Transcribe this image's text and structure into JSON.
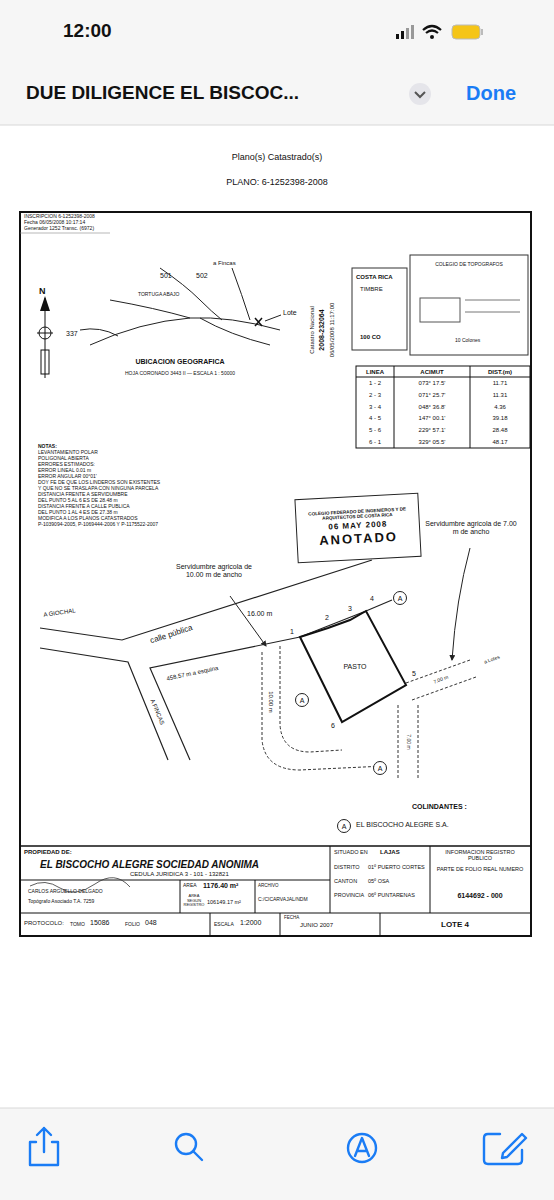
{
  "diagram": {
    "nodes": [
      {
        "text": [
          "COLEGIO FEDERADO DE INGENIEROS Y DE ARQUITECTOS DE COSTA RICA",
          "06 MAY 2008",
          "ANOTADO"
        ]
      },
      {
        "text": [
          "PASTO"
        ]
      },
      {
        "text": [
          "A"
        ]
      },
      {
        "text": [
          "A"
        ]
      },
      {
        "text": [
          "A"
        ]
      },
      {
        "text": [
          "A"
        ]
      }
    ],
    "labels": [
      "12:00",
      "DUE DILIGENCE EL BISCOC...",
      "Done",
      "Plano(s) Catastrado(s)",
      "PLANO: 6-1252398-2008",
      "INSCRIPCION 6-1252398-2008",
      "Fecha 06/05/2008 10:17:14",
      "Generador 1252 Transc. (6972)",
      "Catastro Nacional",
      "2008-232064",
      "06/05/2008 11:17:00",
      "COSTA RICA",
      "TIMBRE",
      "100 CO",
      "COLEGIO DE TOPOGRAFOS",
      "10 Colones",
      "N",
      "a Fincas",
      "501",
      "502",
      "TORTUGA ABAJO",
      "337",
      "Lote",
      "UBICACION GEOGRAFICA",
      "HOJA CORONADO 3443 II — ESCALA 1 : 50000",
      "LINEA",
      "ACIMUT",
      "DIST.(m)",
      "1 - 2",
      "073° 17.5'",
      "11.71",
      "2 - 3",
      "071° 25.7'",
      "11.31",
      "3 - 4",
      "048° 36.8'",
      "4.36",
      "4 - 5",
      "147° 00.1'",
      "39.18",
      "5 - 6",
      "229° 57.1'",
      "28.48",
      "6 - 1",
      "329° 05.5'",
      "48.17",
      "NOTAS:",
      "LEVANTAMIENTO POLAR",
      "POLIGONAL ABIERTA",
      "ERRORES ESTIMADOS:",
      "ERROR LINEAL 0.01 m",
      "ERROR ANGULAR 00°01'",
      "DOY FE DE QUE LOS LINDEROS SON EXISTENTES",
      "Y QUE NO SE TRASLAPA CON NINGUNA PARCELA",
      "DISTANCIA FRENTE A SERVIDUMBRE",
      "DEL PUNTO 5 AL 6 ES DE 28.48 m",
      "DISTANCIA FRENTE A CALLE PUBLICA",
      "DEL PUNTO 1 AL 4 ES DE 27.38 m",
      "MODIFICA A LOS PLANOS CATASTRADOS",
      "P-1039094-2005, P-1069444-2006 Y P-1175522-2007",
      "Servidumbre agricola de 10.00 m de ancho",
      "Servidumbre agricola de 7.00 m de ancho",
      "A FINCAS",
      "16.00 m",
      "1",
      "2",
      "3",
      "4",
      "5",
      "6",
      "A GIOCHAL",
      "calle pública",
      "458.57 m a esquina",
      "10.00 m",
      "A FINCAS",
      "7.00 m",
      "a Lotes",
      "7.00 m",
      "COLINDANTES :",
      "EL BISCOCHO ALEGRE S.A.",
      "PROPIEDAD DE:",
      "EL BISCOCHO ALEGRE SOCIEDAD ANONIMA",
      "CEDULA JURIDICA 3 - 101 - 132821",
      "SITUADO EN",
      "LAJAS",
      "INFORMACION REGISTRO PUBLICO",
      "DISTRITO",
      "01º PUERTO CORTES",
      "CANTON",
      "05º OSA",
      "PROVINCIA",
      "06º PUNTARENAS",
      "PARTE DE FOLIO REAL NUMERO",
      "6144692 - 000",
      "AREA",
      "1176.40 m²",
      "AREA SEGUN REGISTRO",
      "106149.17 m²",
      "ARCHIVO",
      "C:/CICARVAJAL/NDM",
      "FECHA",
      "JUNIO 2007",
      "LOTE 4",
      "CARLOS ARGUELLO DELGADO",
      "Topógrafo Asociado T.A. 7259",
      "PROTOCOLO:",
      "TOMO",
      "15086",
      "FOLIO",
      "048",
      "ESCALA",
      "1:2000"
    ]
  }
}
